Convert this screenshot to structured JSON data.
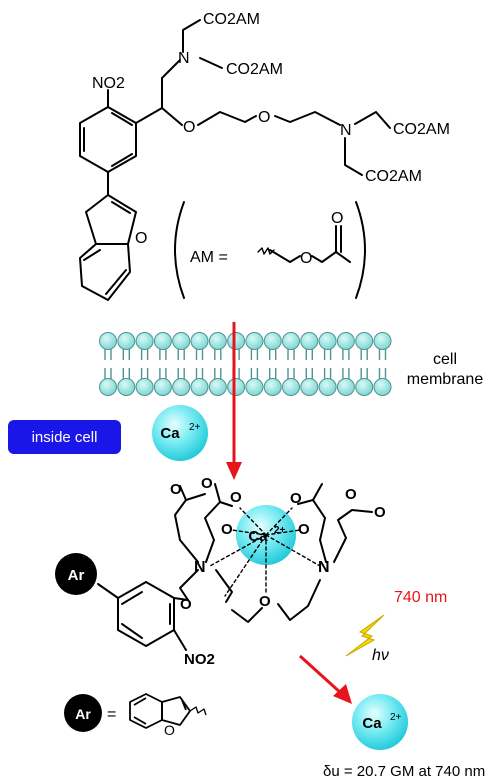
{
  "top_molecule": {
    "groups": [
      "CO2AM",
      "CO2AM",
      "CO2AM",
      "CO2AM"
    ],
    "nitro": "NO2",
    "amines": [
      "N",
      "N"
    ],
    "oxygens": [
      "O",
      "O",
      "O",
      "O"
    ],
    "am_definition": "AM ="
  },
  "membrane_label": [
    "cell",
    "membrane"
  ],
  "inside_cell_label": "inside cell",
  "ion_label": "Ca",
  "ion_charge": "2+",
  "complex": {
    "ar_label": "Ar",
    "nitro": "NO2",
    "amines": [
      "N",
      "N"
    ],
    "oxygens": [
      "O",
      "O",
      "O",
      "O",
      "O",
      "O",
      "O",
      "O"
    ]
  },
  "wavelength_label": "740 nm",
  "photon_label": "hν",
  "ar_definition": "Ar",
  "equals": "=",
  "cross_section": "δu = 20.7 GM at 740 nm",
  "colors": {
    "ion": "#38dbe8",
    "arrow": "#e8141b",
    "badge": "#1a16e8",
    "wavelength": "#e8141b",
    "bolt": "#f5d800"
  }
}
